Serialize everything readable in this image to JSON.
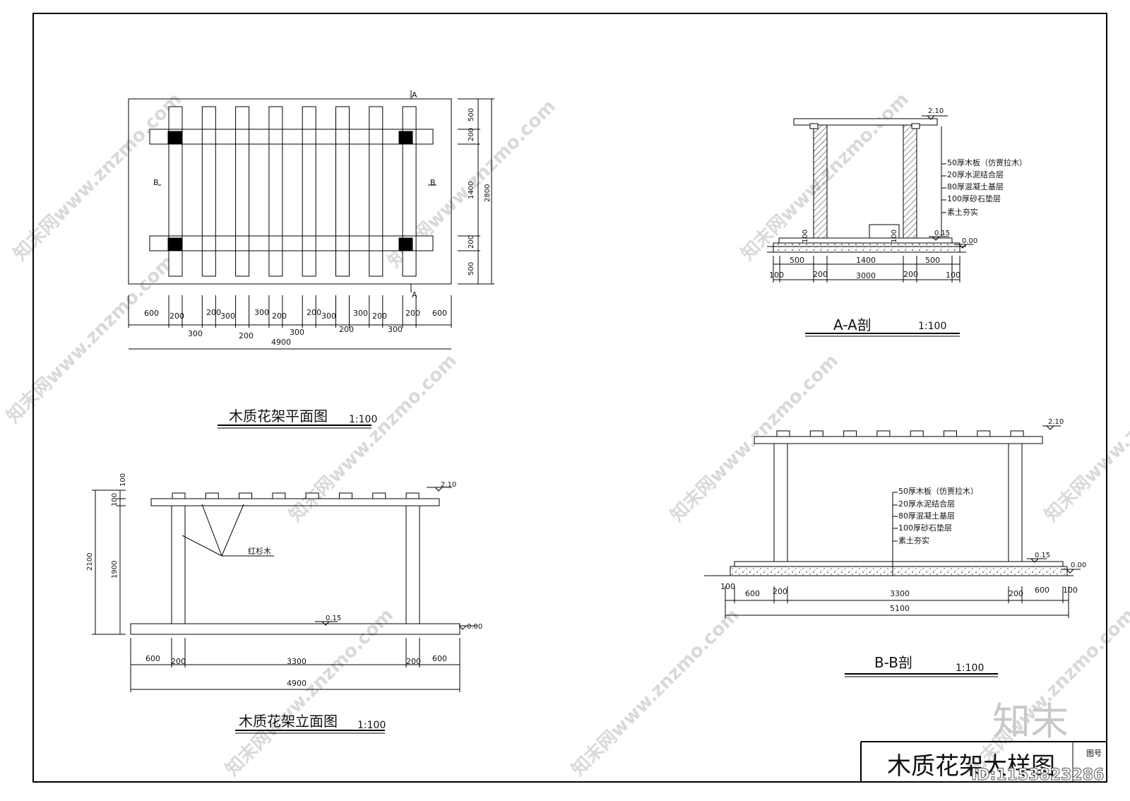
{
  "plan": {
    "title": "木质花架平面图",
    "scale": "1:100",
    "section_marks": {
      "a_top": "A",
      "a_bottom": "A",
      "b_left": "B",
      "b_right": "B"
    },
    "dims_right": [
      "500",
      "200",
      "1400",
      "200",
      "500"
    ],
    "dim_right_total": "2800",
    "dims_bottom_row1": [
      "600",
      "200",
      "200",
      "300",
      "300",
      "200",
      "200",
      "300",
      "300",
      "200",
      "200",
      "600"
    ],
    "dims_bottom_row2": [
      "300",
      "200",
      "300",
      "200",
      "300"
    ],
    "dim_total": "4900"
  },
  "elevation": {
    "title": "木质花架立面图",
    "scale": "1:100",
    "material_label": "红杉木",
    "level_top": "2.10",
    "level_015": "0.15",
    "level_000": "0.00",
    "dims_left": [
      "100",
      "100",
      "1900"
    ],
    "dim_left_total": "2100",
    "dims_bottom": [
      "600",
      "200",
      "3300",
      "200",
      "600"
    ],
    "dim_total": "4900"
  },
  "section_aa": {
    "title": "A-A剖",
    "scale": "1:100",
    "level_top": "2.10",
    "level_015": "0.15",
    "level_000": "0.00",
    "small_dims": [
      "100",
      "100"
    ],
    "layers": [
      "50厚木板（仿贾拉木）",
      "20厚水泥结合层",
      "80厚混凝土基层",
      "100厚砂石垫层",
      "素土夯实"
    ],
    "dims_row1": [
      "500",
      "1400",
      "500"
    ],
    "dims_row2": [
      "100",
      "200",
      "3000",
      "200",
      "100"
    ]
  },
  "section_bb": {
    "title": "B-B剖",
    "scale": "1:100",
    "level_top": "2.10",
    "level_015": "0.15",
    "level_000": "0.00",
    "layers": [
      "50厚木板（仿贾拉木）",
      "20厚水泥结合层",
      "80厚混凝土基层",
      "100厚砂石垫层",
      "素土夯实"
    ],
    "dims_row1": [
      "100",
      "600",
      "200",
      "3300",
      "200",
      "600",
      "100"
    ],
    "dim_total": "5100"
  },
  "title_block": {
    "drawing_name": "木质花架大样图",
    "label_drawing_no": "图号"
  },
  "watermark": {
    "brand": "知末",
    "site": "知末网www.znzmo.com",
    "id_text": "ID:1153823286"
  }
}
